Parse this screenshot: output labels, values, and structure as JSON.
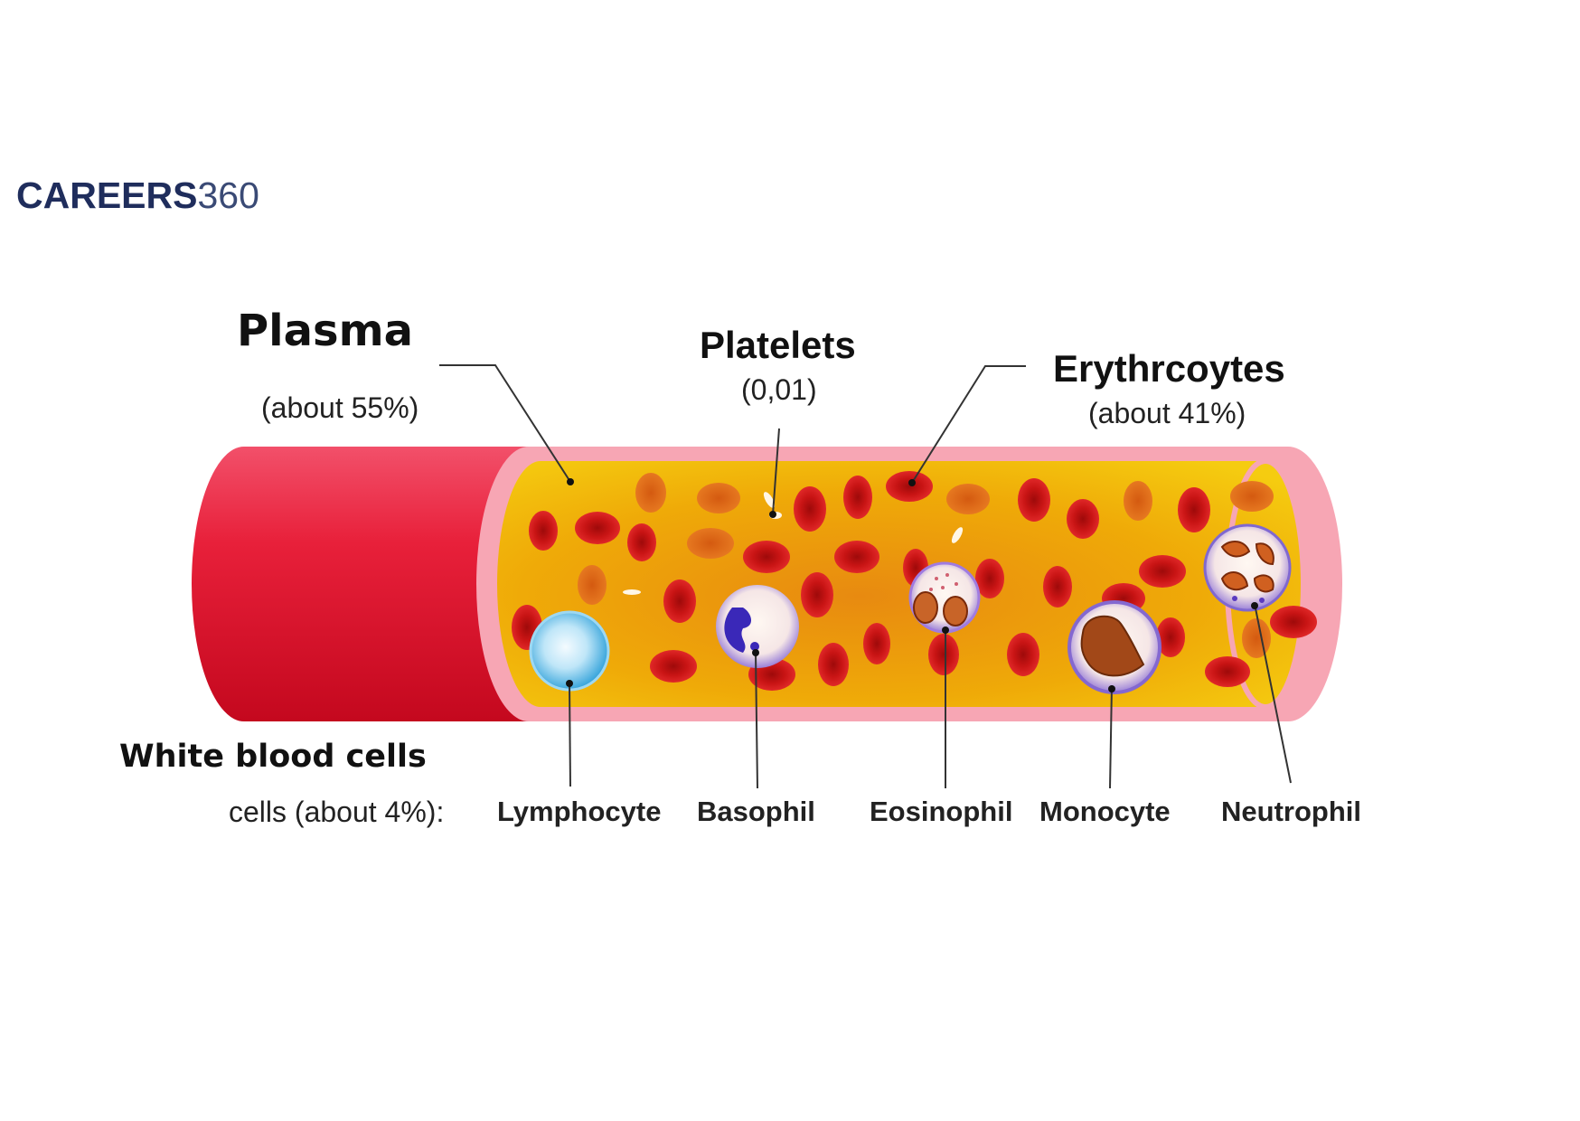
{
  "logo": {
    "part1": "CAREERS",
    "part2": "360"
  },
  "labels": {
    "plasma": {
      "title": "Plasma",
      "sub": "(about 55%)"
    },
    "platelets": {
      "title": "Platelets",
      "sub": "(0,01)"
    },
    "erythrocytes": {
      "title": "Erythrcoytes",
      "sub": "(about 41%)"
    },
    "white_blood_cells": {
      "title": "White blood cells",
      "sub": "cells (about 4%):"
    }
  },
  "cell_types": [
    "Lymphocyte",
    "Basophil",
    "Eosinophil",
    "Monocyte",
    "Neutrophil"
  ],
  "colors": {
    "vessel_outer": "#e01a32",
    "vessel_lining": "#f7a6b4",
    "plasma": "#f0b400",
    "red_cell": "#d41a1a",
    "logo_text": "#1f2d5c"
  }
}
